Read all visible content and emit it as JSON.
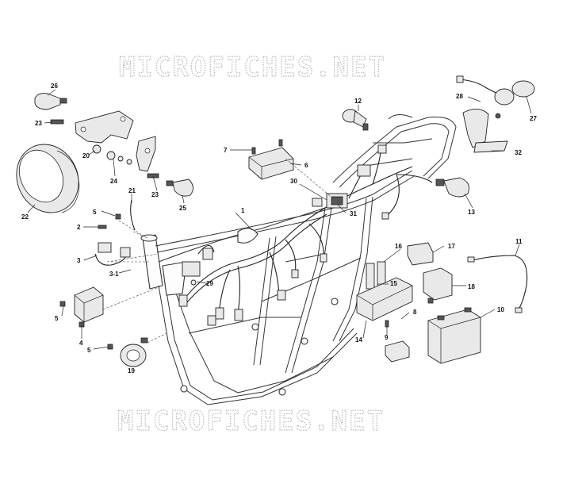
{
  "watermark": {
    "top": "MICROFICHES.NET",
    "bottom": "MICROFICHES.NET"
  },
  "callouts": [
    {
      "id": "c1",
      "label": "1"
    },
    {
      "id": "c2",
      "label": "2"
    },
    {
      "id": "c3",
      "label": "3"
    },
    {
      "id": "c3-1",
      "label": "3-1"
    },
    {
      "id": "c4",
      "label": "4"
    },
    {
      "id": "c5a",
      "label": "5"
    },
    {
      "id": "c5b",
      "label": "5"
    },
    {
      "id": "c5c",
      "label": "5"
    },
    {
      "id": "c6",
      "label": "6"
    },
    {
      "id": "c7",
      "label": "7"
    },
    {
      "id": "c8",
      "label": "8"
    },
    {
      "id": "c9",
      "label": "9"
    },
    {
      "id": "c10",
      "label": "10"
    },
    {
      "id": "c11",
      "label": "11"
    },
    {
      "id": "c12",
      "label": "12"
    },
    {
      "id": "c13",
      "label": "13"
    },
    {
      "id": "c14",
      "label": "14"
    },
    {
      "id": "c15",
      "label": "15"
    },
    {
      "id": "c16",
      "label": "16"
    },
    {
      "id": "c17",
      "label": "17"
    },
    {
      "id": "c18",
      "label": "18"
    },
    {
      "id": "c19",
      "label": "19"
    },
    {
      "id": "c20",
      "label": "20"
    },
    {
      "id": "c21",
      "label": "21"
    },
    {
      "id": "c22",
      "label": "22"
    },
    {
      "id": "c23a",
      "label": "23"
    },
    {
      "id": "c23b",
      "label": "23"
    },
    {
      "id": "c24",
      "label": "24"
    },
    {
      "id": "c25",
      "label": "25"
    },
    {
      "id": "c26",
      "label": "26"
    },
    {
      "id": "c27",
      "label": "27"
    },
    {
      "id": "c28",
      "label": "28"
    },
    {
      "id": "c29",
      "label": "29"
    },
    {
      "id": "c30",
      "label": "30"
    },
    {
      "id": "c31",
      "label": "31"
    },
    {
      "id": "c32",
      "label": "32"
    }
  ]
}
